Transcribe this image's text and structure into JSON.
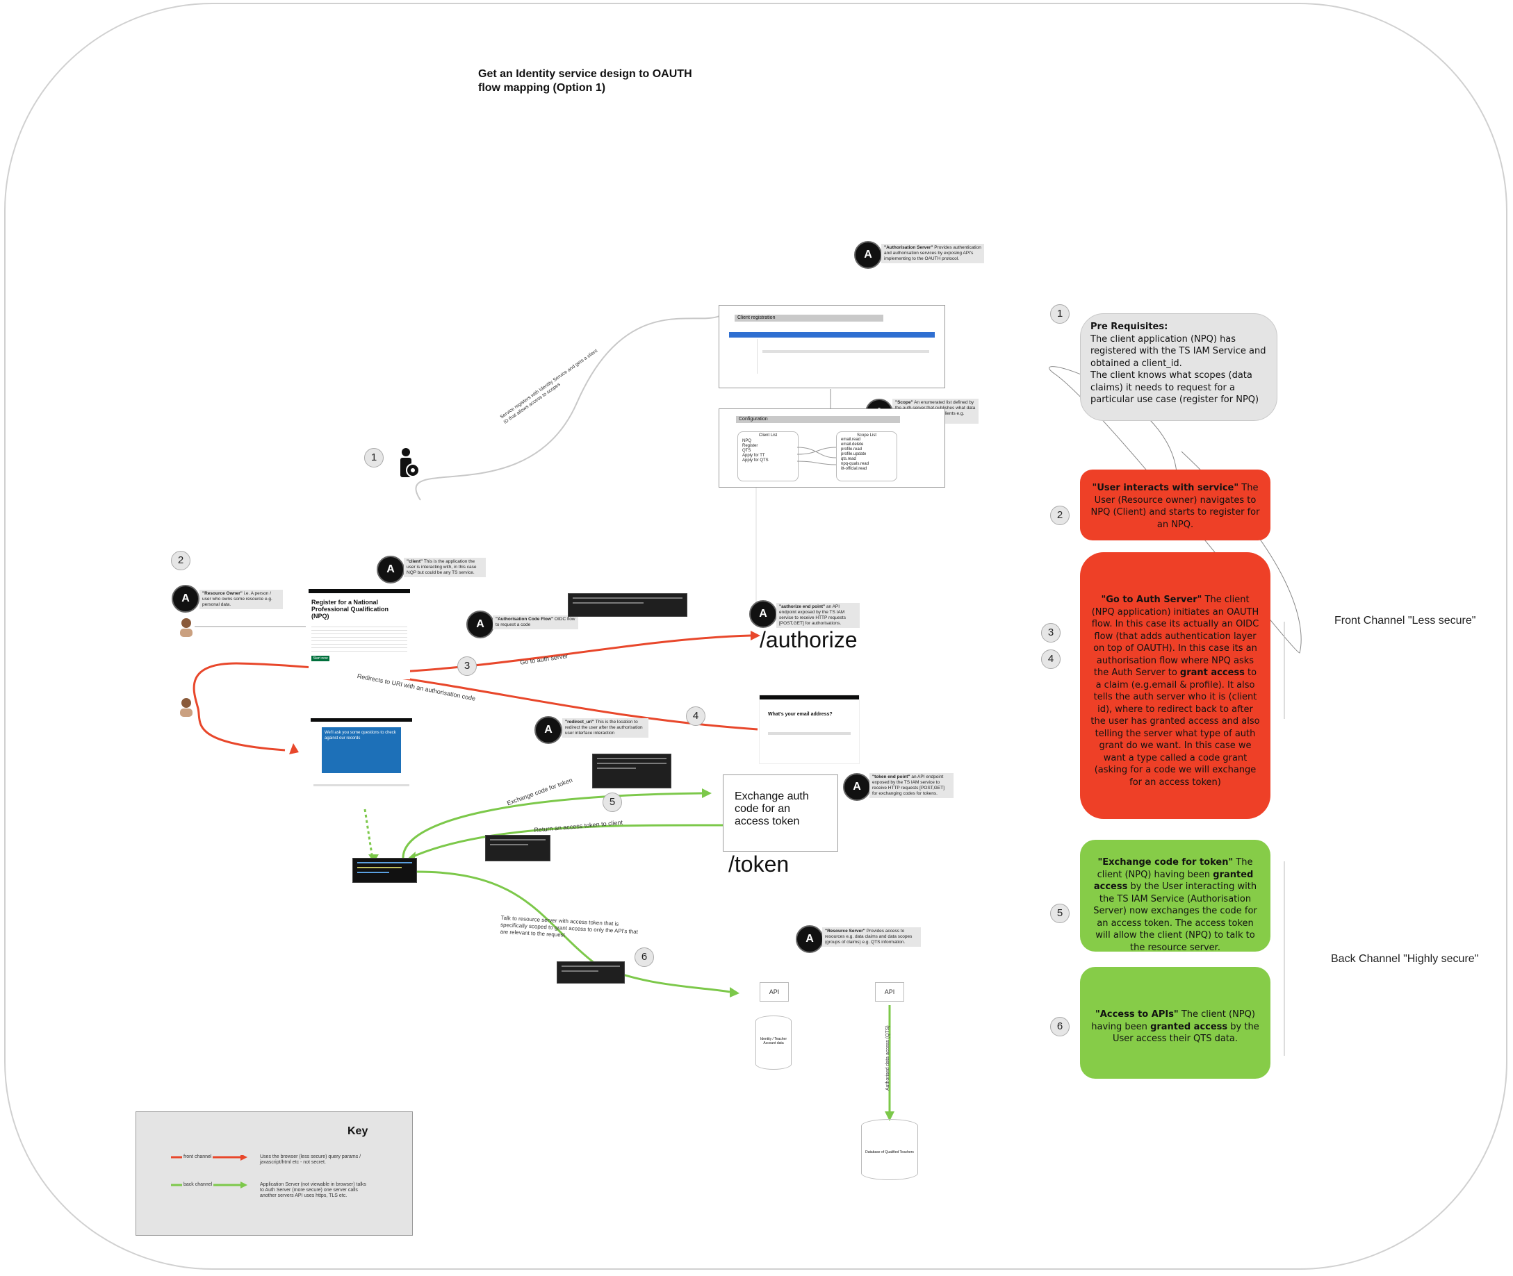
{
  "title": "Get an Identity service design to OAUTH flow mapping (Option 1)",
  "numbers": {
    "n1": "1",
    "n2": "2",
    "n3": "3",
    "n4": "4",
    "n5": "5",
    "n6": "6"
  },
  "badges": {
    "letter": "A"
  },
  "notes": {
    "auth_server": {
      "bold": "\"Authorisation Server\"",
      "text": " Provides authentication and authorisation services by exposing API's implementing to the OAUTH protocol."
    },
    "scope": {
      "bold": "\"Scope\"",
      "text": " An enumerated list defined by the auth server that publishes what data scopes are available to clients e.g. email.read, qts.read etc."
    },
    "client": {
      "bold": "\"client\"",
      "text": " This is the application the user is interacting with, in this case NQP but could be any TS service."
    },
    "resource_owner": {
      "bold": "\"Resource Owner\"",
      "text": " i.e. A person / user who owns some resource e.g. personal data."
    },
    "auth_code_flow": {
      "bold": "\"Authorisation Code Flow\"",
      "text": " OIDC flow to request a code"
    },
    "authorize_endpoint": {
      "bold": "\"authorize end point\"",
      "text": " an API endpoint exposed by the TS IAM service to receive HTTP requests [POST,GET] for authorisations."
    },
    "redirect_uri": {
      "bold": "\"redirect_uri\"",
      "text": " This is the location to redirect the user after the authorisation user interface interaction"
    },
    "token_endpoint": {
      "bold": "\"token end point\"",
      "text": " an API endpoint exposed by the TS IAM service to receive HTTP requests [POST,GET] for exchanging codes for tokens."
    },
    "resource_server": {
      "bold": "\"Resource Server\"",
      "text": " Provides access to resources e.g. data claims and data scopes (groups of claims) e.g. QTS information."
    }
  },
  "client_registration": {
    "title": "Client registration"
  },
  "configuration": {
    "title": "Configuration",
    "client_list_title": "Client List",
    "client_list": [
      "NPQ",
      "Register",
      "QTS",
      "Apply for TT",
      "Apply for QTS"
    ],
    "scope_list_title": "Scope List",
    "scope_list": [
      "email.read",
      "email.delete",
      "profile.read",
      "profile.update",
      "qts.read",
      "npq-quals.read",
      "itt-official.read"
    ]
  },
  "npq_page": {
    "heading": "Register for a National Professional Qualification (NPQ)",
    "button": "Start now"
  },
  "email_page": {
    "heading": "What's your email address?"
  },
  "check_page": {
    "heading": "We'll ask you some questions to check against our records"
  },
  "endpoints": {
    "authorize": "/authorize",
    "token": "/token"
  },
  "exchange_box": "Exchange auth code for an access token",
  "flow_labels": {
    "register": "Service registers with Identity Service and gets a client ID that allows access to scopes",
    "go_auth": "Go to auth server",
    "redirect": "Redirects to URI with an authorisation code",
    "exchange": "Exchange code for token",
    "return_token": "Return an access token to client",
    "talk_resource": "Talk to resource server with access token that is specifically scoped to grant access to only the API's that are relevant to the request",
    "authorised_access": "Authorised data access (QTS)"
  },
  "api_labels": {
    "api1": "API",
    "api2": "API"
  },
  "databases": {
    "db1": "Identity / Teacher Account data",
    "db2": "Database of Qualified Teachers"
  },
  "panels": {
    "prereq": {
      "title": "Pre Requisites:",
      "text": "The client application (NPQ) has registered with the TS IAM Service and obtained a client_id.\nThe client knows what scopes (data claims) it needs to request for a particular use case (register for NPQ)"
    },
    "step2": {
      "bold": "\"User interacts with service\"",
      "text": " The User (Resource owner) navigates to NPQ (Client) and starts to register for an NPQ."
    },
    "step34": {
      "bold": "\"Go to Auth Server\"",
      "text1": " The client (NPQ application) initiates an OAUTH flow. In this case its actually an OIDC flow (that adds authentication layer on top of OAUTH). In this case its an authorisation flow where NPQ asks the Auth Server to ",
      "bold2": "grant access",
      "text2": " to a claim (e.g.email & profile). It also tells the auth server who it is (client id), where to redirect back to after the user has granted access and also telling the server what type of auth grant do we want. In this case we want a type called a code grant (asking for a code we will exchange for an access token)"
    },
    "step5": {
      "bold": "\"Exchange code for token\"",
      "text1": " The client (NPQ) having been ",
      "bold2": "granted access",
      "text2": " by the User interacting with the TS IAM Service (Authorisation Server) now exchanges the code for an access token. The access token will allow the client (NPQ) to talk to the resource server."
    },
    "step6": {
      "bold": "\"Access to APIs\"",
      "text1": " The client (NPQ) having been ",
      "bold2": "granted access",
      "text2": " by the User access their QTS data."
    }
  },
  "channels": {
    "front": "Front Channel \"Less secure\"",
    "back": "Back Channel \"Highly secure\""
  },
  "key": {
    "title": "Key",
    "front_label": "front channel",
    "front_desc": "Uses the browser (less secure) query params / javascript/html etc - not secret.",
    "back_label": "back channel",
    "back_desc": "Application Server (not viewable in browser) talks to Auth Server (more secure) one server calls another servers API uses https, TLS etc."
  },
  "colors": {
    "front": "#e8472b",
    "back": "#7cc84a",
    "red_panel": "#ee4027",
    "green_panel": "#86cc48",
    "gray_panel": "#e4e4e4"
  }
}
